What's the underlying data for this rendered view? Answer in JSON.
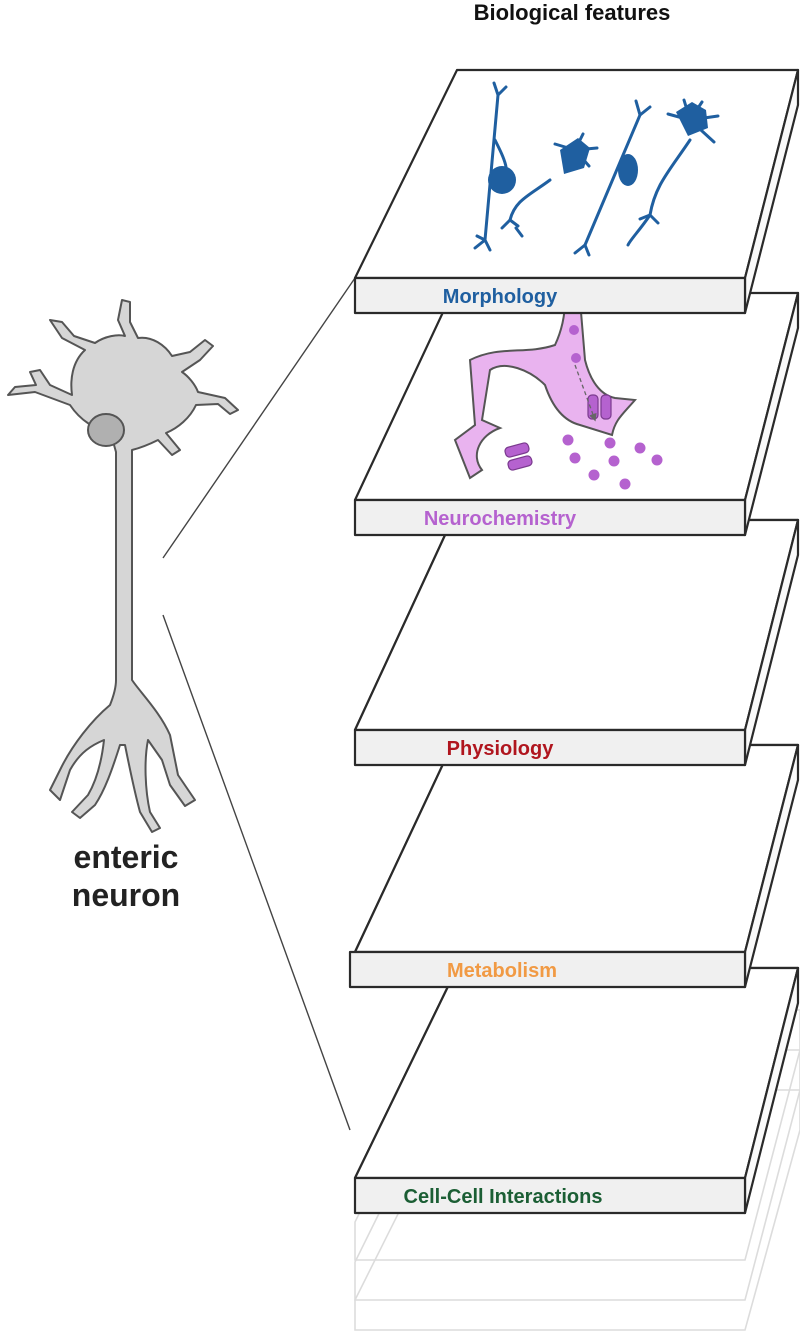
{
  "title": "Biological features",
  "neuron_label": [
    "enteric",
    "neuron"
  ],
  "layers": [
    {
      "label": "Morphology",
      "color": "#1f5fa0"
    },
    {
      "label": "Neurochemistry",
      "color": "#b562cf"
    },
    {
      "label": "Physiology",
      "color": "#b0151e"
    },
    {
      "label": "Metabolism",
      "color": "#f19a44"
    },
    {
      "label": "Cell-Cell Interactions",
      "color": "#1b5e34"
    }
  ],
  "colors": {
    "neuron_fill": "#d6d6d6",
    "neurochem_fill": "#e9b3ef",
    "physio_fill": "#f6c4aa",
    "physio_nucleus": "#ef5a50",
    "metab_fill": "#fbe6a8",
    "metab_orange": "#f3a35a",
    "cell_fill": "#b7f0cf",
    "cell_dark": "#1b5e34"
  }
}
